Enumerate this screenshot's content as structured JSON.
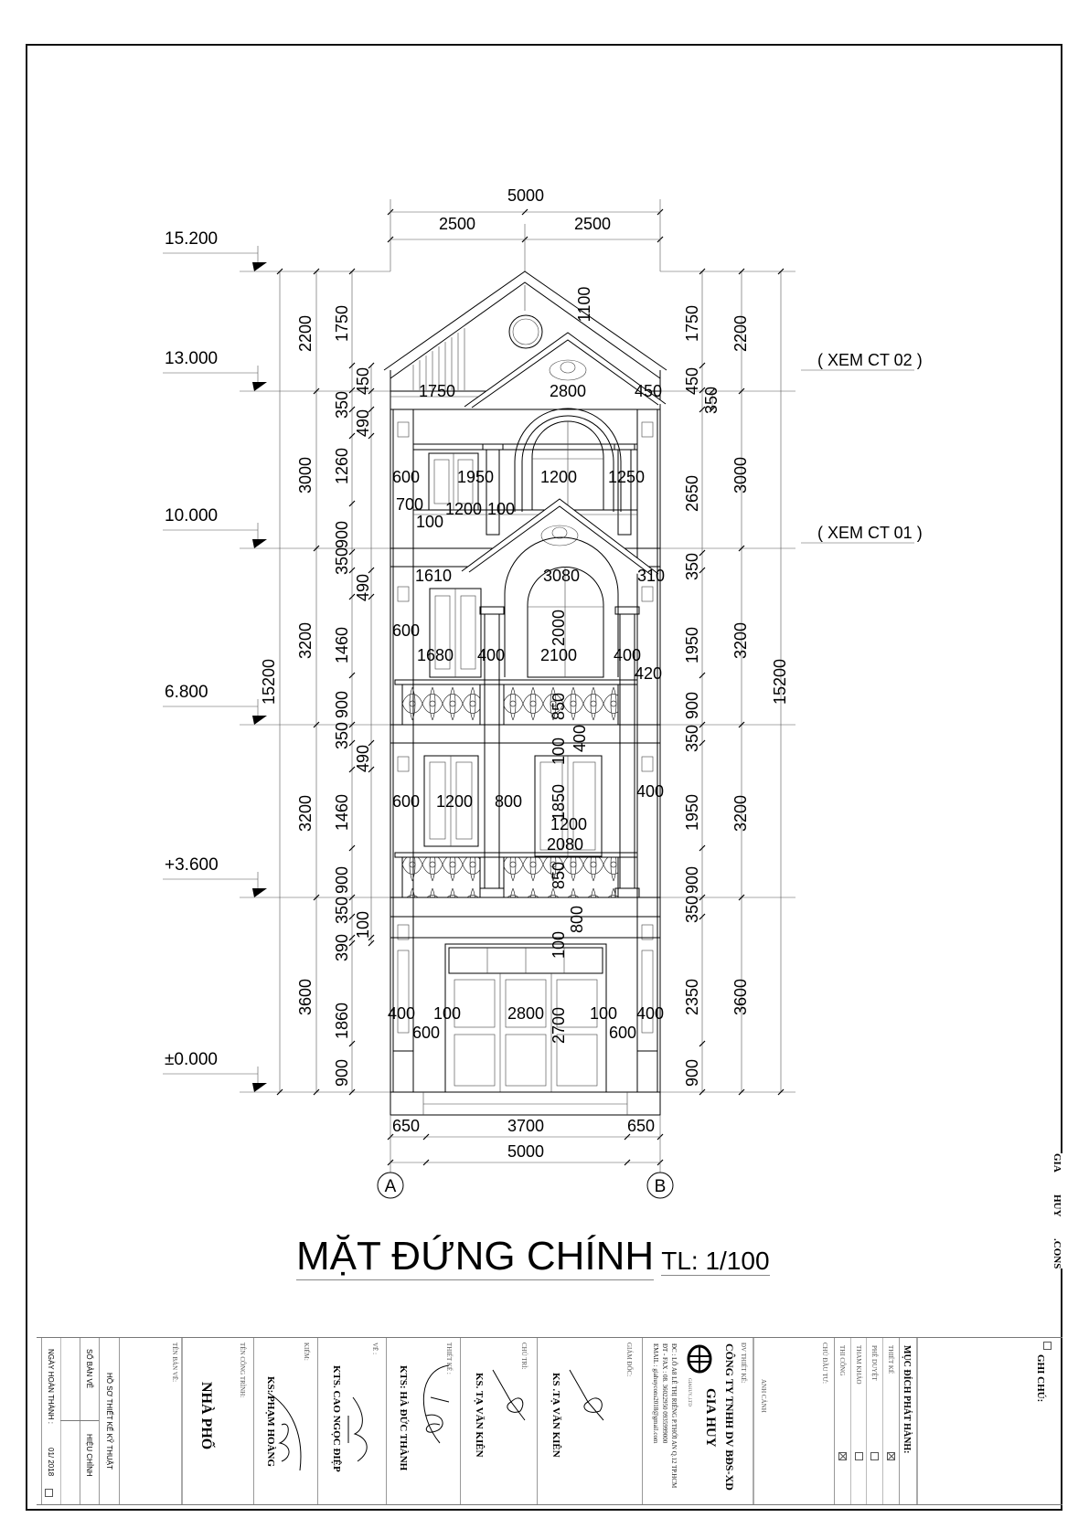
{
  "drawing": {
    "title": "MẶT ĐỨNG CHÍNH",
    "scale": "TL: 1/100",
    "levels": [
      "15.200",
      "13.000",
      "10.000",
      "6.800",
      "+3.600",
      "±0.000"
    ],
    "detail_refs": [
      "( XEM CT 02 )",
      "( XEM CT 01 )"
    ],
    "grid_axes": [
      "A",
      "B"
    ],
    "dimension_labels": [
      "5000",
      "2500",
      "2500",
      "15200",
      "2200",
      "3000",
      "3200",
      "3200",
      "3600",
      "1750",
      "350",
      "1260",
      "900",
      "350",
      "1460",
      "900",
      "350",
      "1460",
      "900",
      "350",
      "390",
      "1860",
      "900",
      "450",
      "490",
      "490",
      "490",
      "100",
      "1750",
      "450",
      "2650",
      "350",
      "1950",
      "900",
      "350",
      "1950",
      "900",
      "350",
      "2350",
      "900",
      "350",
      "2200",
      "3000",
      "3200",
      "3200",
      "3600",
      "15200",
      "1750",
      "2800",
      "450",
      "600",
      "1950",
      "1200",
      "1250",
      "700",
      "1200",
      "100",
      "100",
      "1610",
      "3080",
      "310",
      "600",
      "1680",
      "400",
      "2100",
      "400",
      "420",
      "600",
      "1200",
      "800",
      "400",
      "1200",
      "2080",
      "400",
      "100",
      "2800",
      "100",
      "400",
      "600",
      "600",
      "1100",
      "2000",
      "850",
      "400",
      "100",
      "1850",
      "850",
      "800",
      "100",
      "2700",
      "650",
      "3700",
      "650",
      "5000"
    ]
  },
  "side_brand": [
    "GIA",
    "HUY",
    ".CONS"
  ],
  "title_block": {
    "completion_date_label": "NGÀY HOÀN THÀNH :",
    "completion_date": "01/ 2018",
    "drawing_no_label": "SỐ BẢN VẼ",
    "revision_label": "HIỆU CHỈNH",
    "dossier": "HỒ SƠ THIẾT KẾ KỸ THUẬT",
    "drawing_name_label": "TÊN BẢN VẼ:",
    "project_label": "TÊN CÔNG TRÌNH:",
    "project_name": "NHÀ PHỐ",
    "checked_label": "KIỂM:",
    "checked_by": "KS: PHẠM HOÀNG",
    "drawn_label": "VẼ :",
    "drawn_by": "KTS. CAO NGỌC ĐIỆP",
    "design_label": "THIẾT KẾ :",
    "designed_by": "KTS: HÀ ĐỨC THÀNH",
    "lead_label": "CHỦ TRÌ:",
    "lead_by": "KS. TẠ VĂN KIÊN",
    "director_label": "GIÁM ĐỐC:",
    "director": "KS .TẠ VĂN KIÊN",
    "design_unit_label": "ĐV THIẾT KẾ:",
    "company_name": "CÔNG TY TNHH DV BĐS-XD",
    "company_brand": "GIA HUY",
    "logo_caption": "GIAHUY.,LTD",
    "address": "ĐC : LÔ A8 LÊ THỊ RIÊNG P.THỚI AN Q.12 TP.HCM",
    "phone": "ĐT - FAX : 08. 36022950          0935999000",
    "email": "EMAIL       : giahuycons2018@gmail.com",
    "owner_value": "ANH CẢNH",
    "owner_label": "CHỦ ĐẦU TƯ:",
    "purposes": [
      {
        "label": "THI CÔNG",
        "checked": true
      },
      {
        "label": "THAM KHẢO",
        "checked": false
      },
      {
        "label": "PHÊ DUYỆT",
        "checked": false
      },
      {
        "label": "THIẾT KẾ",
        "checked": true
      }
    ],
    "purpose_label": "MỤC ĐÍCH PHÁT HÀNH:",
    "notes_label": "GHI CHÚ:"
  }
}
